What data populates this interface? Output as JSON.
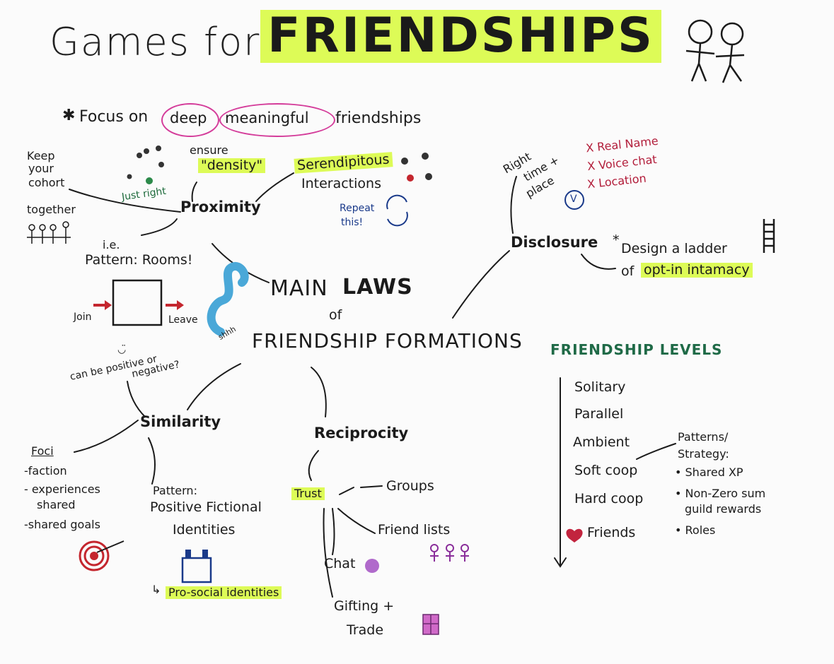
{
  "title": {
    "left": "Games for",
    "right": "FRIENDSHIPS"
  },
  "focus": {
    "prefix": "Focus on",
    "deep": "deep",
    "meaningful": "meaningful",
    "suffix": "friendships"
  },
  "center": {
    "line1": "MAIN",
    "line1b": "LAWS",
    "line2": "of",
    "line3": "FRIENDSHIP FORMATIONS"
  },
  "proximity": {
    "label": "Proximity",
    "keep": [
      "Keep",
      "your",
      "cohort",
      "together"
    ],
    "ensure": "ensure",
    "density": "\"density\"",
    "just_right": "Just right",
    "serendipitous": "Serendipitous",
    "interactions": "Interactions",
    "repeat": [
      "Repeat",
      "this!"
    ],
    "ie": "i.e.",
    "pattern_rooms": "Pattern: Rooms!",
    "join": "Join",
    "leave": "Leave",
    "snake_caption": "shhh"
  },
  "disclosure": {
    "label": "Disclosure",
    "right_time": [
      "Right",
      "time +",
      "place"
    ],
    "checks": [
      "X Real Name",
      "X Voice chat",
      "X Location"
    ],
    "design": "Design a ladder",
    "of": "of",
    "optin": "opt-in intamacy"
  },
  "similarity": {
    "label": "Similarity",
    "positive": [
      "can be positive or",
      "negative?"
    ],
    "foci_title": "Foci",
    "foci": [
      "-faction",
      "- experiences",
      "shared",
      "-shared goals"
    ],
    "pattern": [
      "Pattern:",
      "Positive Fictional",
      "Identities"
    ],
    "prosocial": "Pro-social identities"
  },
  "reciprocity": {
    "label": "Reciprocity",
    "trust": "Trust",
    "groups": "Groups",
    "friend_lists": "Friend lists",
    "chat": "Chat",
    "gifting": [
      "Gifting +",
      "Trade"
    ]
  },
  "levels": {
    "title": "FRIENDSHIP LEVELS",
    "items": [
      "Solitary",
      "Parallel",
      "Ambient",
      "Soft coop",
      "Hard coop",
      "Friends"
    ],
    "patterns": [
      "Patterns/",
      "Strategy:",
      "• Shared XP",
      "• Non-Zero sum",
      "guild rewards",
      "• Roles"
    ]
  },
  "colors": {
    "highlight": "#ddfb57",
    "ink": "#1b1b1b",
    "red": "#b21d3a",
    "blue": "#1a3a8a",
    "green": "#1e6b3c",
    "pink": "#d43c9a",
    "purple": "#8a2e9a"
  }
}
